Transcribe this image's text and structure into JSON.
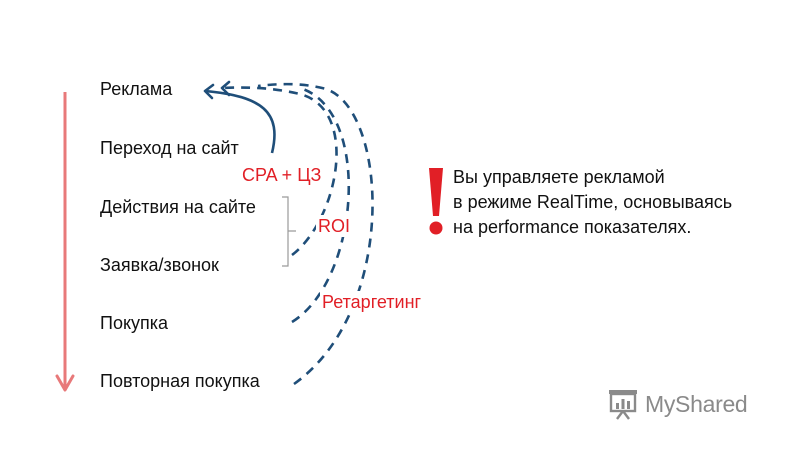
{
  "funnel": {
    "stages": [
      "Реклама",
      "Переход на сайт",
      "Действия на сайте",
      "Заявка/звонок",
      "Покупка",
      "Повторная покупка"
    ]
  },
  "metrics": {
    "cpa": "CPA + ЦЗ",
    "roi": "ROI",
    "retargeting": "Ретаргетинг"
  },
  "note": {
    "line1": "Вы управляете рекламой",
    "line2": "в режиме RealTime, основываясь",
    "line3": "на performance показателях."
  },
  "watermark": {
    "text": "MyShared",
    "icon": "presentation-board-icon"
  },
  "colors": {
    "red": "#e11f26",
    "blue": "#1f4e79",
    "arrow_red": "#e8797a",
    "bracket": "#9a9a9a",
    "logo_gray": "#8a8a8a"
  }
}
